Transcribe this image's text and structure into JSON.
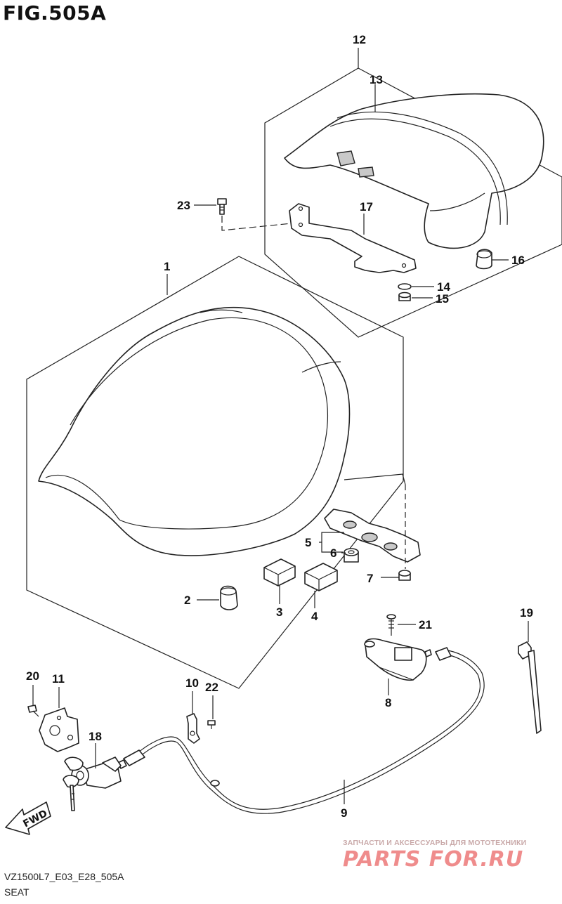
{
  "figure": {
    "title": "FIG.505A",
    "model_code": "VZ1500L7_E03_E28_505A",
    "caption": "SEAT"
  },
  "watermark": {
    "tagline": "ЗАПЧАСТИ И АКСЕССУАРЫ ДЛЯ МОТОТЕХНИКИ",
    "brand": "PARTS FOR.RU"
  },
  "direction_marker": "FWD",
  "callouts": [
    {
      "id": "1",
      "n": "1"
    },
    {
      "id": "2",
      "n": "2"
    },
    {
      "id": "3",
      "n": "3"
    },
    {
      "id": "4",
      "n": "4"
    },
    {
      "id": "5",
      "n": "5"
    },
    {
      "id": "6",
      "n": "6"
    },
    {
      "id": "7",
      "n": "7"
    },
    {
      "id": "8",
      "n": "8"
    },
    {
      "id": "9",
      "n": "9"
    },
    {
      "id": "10",
      "n": "10"
    },
    {
      "id": "11",
      "n": "11"
    },
    {
      "id": "12",
      "n": "12"
    },
    {
      "id": "13",
      "n": "13"
    },
    {
      "id": "14",
      "n": "14"
    },
    {
      "id": "15",
      "n": "15"
    },
    {
      "id": "16",
      "n": "16"
    },
    {
      "id": "17",
      "n": "17"
    },
    {
      "id": "18",
      "n": "18"
    },
    {
      "id": "19",
      "n": "19"
    },
    {
      "id": "20",
      "n": "20"
    },
    {
      "id": "21",
      "n": "21"
    },
    {
      "id": "22",
      "n": "22"
    },
    {
      "id": "23",
      "n": "23"
    }
  ]
}
